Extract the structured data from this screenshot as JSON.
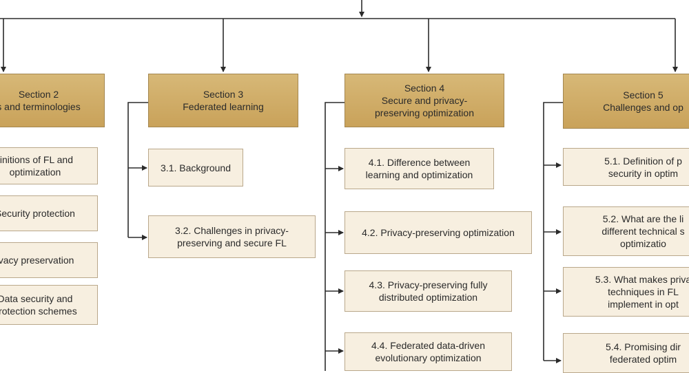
{
  "sections": [
    {
      "id": "section-2",
      "lines": [
        "Section 2",
        "s and terminologies"
      ],
      "items": [
        [
          "finitions of FL and",
          "optimization"
        ],
        [
          "Security protection"
        ],
        [
          "ivacy preservation"
        ],
        [
          "Data security and",
          "protection schemes"
        ]
      ]
    },
    {
      "id": "section-3",
      "lines": [
        "Section 3",
        "Federated learning"
      ],
      "items": [
        [
          "3.1. Background"
        ],
        [
          "3.2. Challenges in privacy-",
          "preserving and secure FL"
        ]
      ]
    },
    {
      "id": "section-4",
      "lines": [
        "Section 4",
        "Secure and privacy-",
        "preserving optimization"
      ],
      "items": [
        [
          "4.1. Difference between",
          "learning and optimization"
        ],
        [
          "4.2. Privacy-preserving optimization"
        ],
        [
          "4.3. Privacy-preserving fully",
          "distributed optimization"
        ],
        [
          "4.4. Federated data-driven",
          "evolutionary optimization"
        ]
      ]
    },
    {
      "id": "section-5",
      "lines": [
        "Section 5",
        "Challenges and op"
      ],
      "items": [
        [
          "5.1. Definition of p",
          "security in optim"
        ],
        [
          "5.2. What are the li",
          "different technical s",
          "optimizatio"
        ],
        [
          "5.3. What makes priva",
          "techniques in FL",
          "implement in opt"
        ],
        [
          "5.4. Promising dir",
          "federated optim"
        ]
      ]
    }
  ],
  "colors": {
    "header_fill": "#cfae68",
    "item_fill": "#f7efe0",
    "line": "#2b2b2b"
  }
}
